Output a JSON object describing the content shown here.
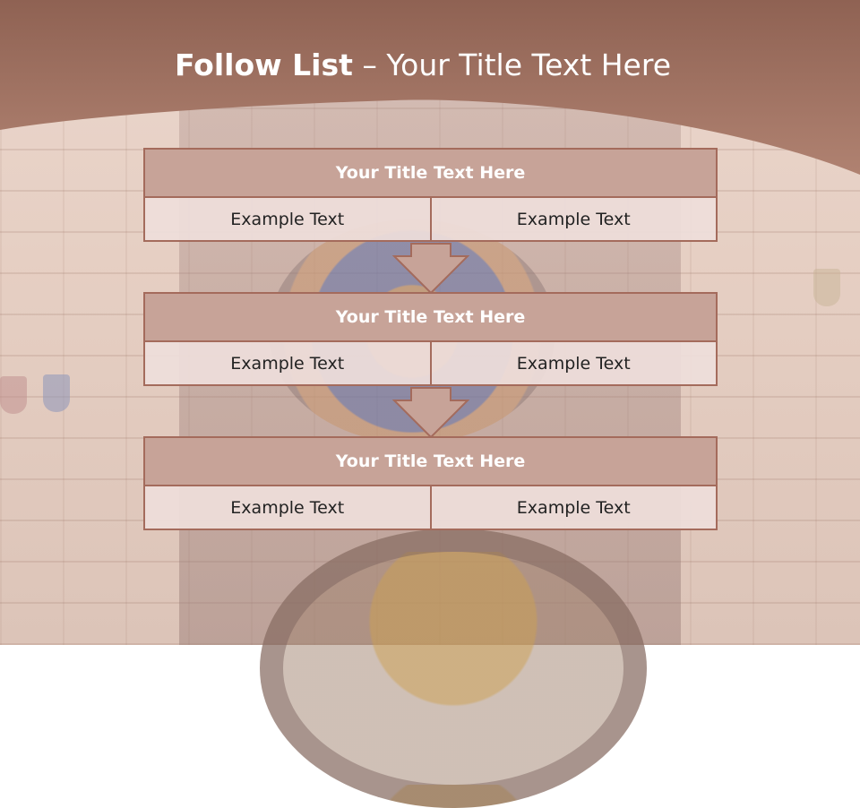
{
  "slide": {
    "title_bold": "Follow List",
    "title_rest": "– Your Title Text Here",
    "blocks": [
      {
        "title": "Your Title Text Here",
        "left": "Example Text",
        "right": "Example Text"
      },
      {
        "title": "Your Title Text Here",
        "left": "Example Text",
        "right": "Example Text"
      },
      {
        "title": "Your Title Text Here",
        "left": "Example Text",
        "right": "Example Text"
      }
    ]
  },
  "colors": {
    "header": "#a97766",
    "block_title_fill": "#c7a398",
    "block_border": "#a46b5c",
    "cell_fill": "#eededa"
  }
}
